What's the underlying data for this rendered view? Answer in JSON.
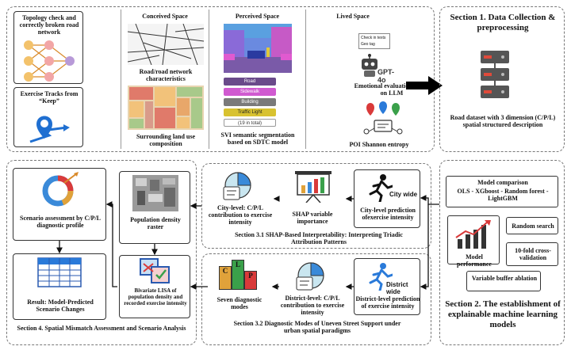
{
  "section1": {
    "title": "Section 1. Data Collection & preprocessing",
    "topology": "Topology check and correctly broken road network",
    "exercise": "Exercise Tracks from “Keep”",
    "conceived_header": "Conceived Space",
    "road_chars": "Road/road network characteristics",
    "land_use": "Surrounding land use composition",
    "perceived_header": "Perceived Space",
    "svi_caption": "SVI semantic segmentation based on SDTC model",
    "seg_labels": [
      "Road",
      "Sidewalk",
      "Building",
      "Traffic Light",
      "(19 in total)"
    ],
    "lived_header": "Lived Space",
    "lived_note": [
      "Check in texts",
      "Geo tag"
    ],
    "gpt": "GPT-4o",
    "emotional": "Emotional evaluation based on LLM",
    "poi": "POI Shannon entropy",
    "road_dataset": "Road dataset with 3 dimension (C/P/L) spatial structured description"
  },
  "section2": {
    "title": "Section 2. The establishment of explainable machine learning models",
    "model_comparison": "Model comparison",
    "models": "OLS - XGboost - Random forest - LightGBM",
    "random_search": "Random search",
    "cv": "10-fold cross-validation",
    "performance": "Model performance",
    "buffer": "Variable buffer ablation"
  },
  "section31": {
    "title": "Section 3.1 SHAP-Based Interpretability: Interpreting Triadic Attribution Patterns",
    "city_pred": "City-level prediction ofexercise intensity",
    "city_wide": "City wide",
    "shap": "SHAP variable importance",
    "city_contrib": "City-level: C/P/L contribution to exercise intensity"
  },
  "section32": {
    "title": "Section 3.2 Diagnostic Modes of Uneven Street Support under urban spatial paradigms",
    "district_pred": "District-level prediction of exercise intensity",
    "district_wide": "District wide",
    "district_contrib": "District-level: C/P/L contribution to exercise intensity",
    "modes": "Seven diagnostic modes",
    "letters": [
      "C",
      "L",
      "P"
    ]
  },
  "section4": {
    "title": "Section 4. Spatial Mismatch Assessment and Scenario Analysis",
    "scenario": "Scenario assessment by C/P/L diagnostic profile",
    "density": "Population density raster",
    "lisa": "Bivariate LISA of population density and recorded exercise intensity",
    "result": "Result: Model-Predicted Scenario Changes"
  }
}
